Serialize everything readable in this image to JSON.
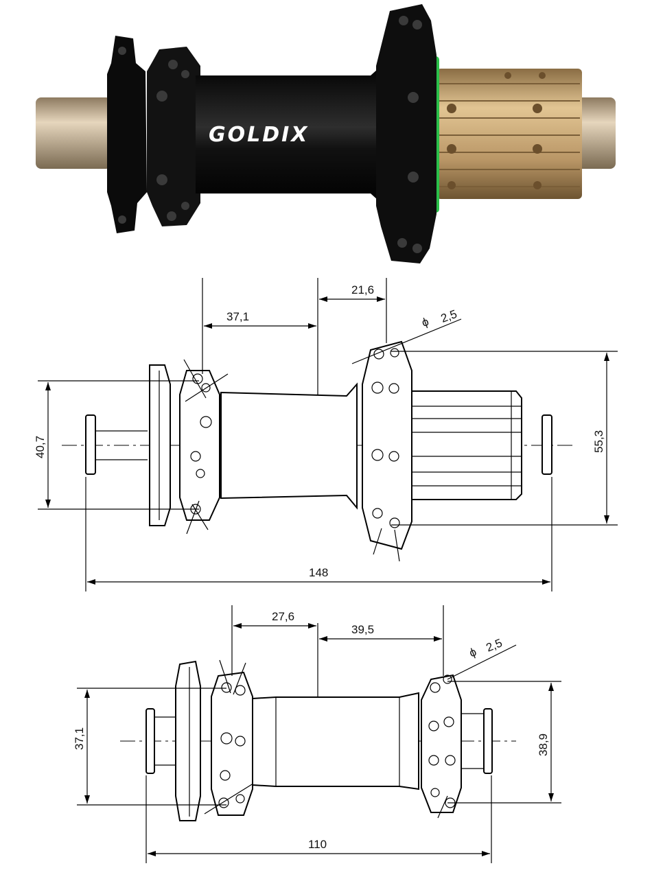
{
  "product": {
    "brand": "GOLDIX",
    "colors": {
      "body": "#0d0d0d",
      "freehub": "#c9a774",
      "axle": "#b59c7c",
      "seal": "#2bbf4a"
    }
  },
  "rear_hub_drawing": {
    "dims": {
      "flange_offset_right": "21,6",
      "flange_offset_left": "37,1",
      "spoke_hole": "2,5",
      "flange_dia_left": "40,7",
      "flange_dia_right": "55,3",
      "overall_width": "148"
    }
  },
  "front_hub_drawing": {
    "dims": {
      "flange_offset_left": "27,6",
      "flange_offset_right": "39,5",
      "spoke_hole": "2,5",
      "flange_dia_left": "37,1",
      "flange_dia_right": "38,9",
      "overall_width": "110"
    }
  },
  "symbols": {
    "diameter": "ϕ"
  }
}
